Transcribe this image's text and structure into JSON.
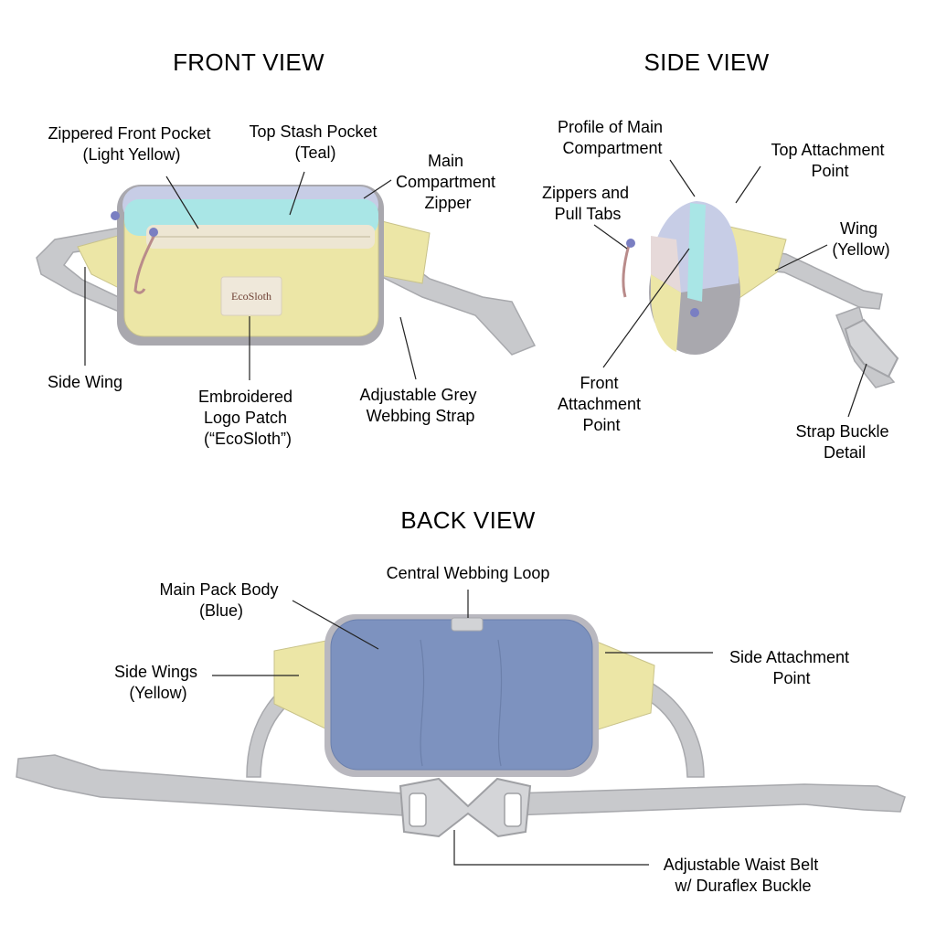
{
  "sections": {
    "front_title": "FRONT VIEW",
    "side_title": "SIDE VIEW",
    "back_title": "BACK VIEW"
  },
  "front": {
    "logo_patch_text": "EcoSloth",
    "labels": {
      "zippered_front_pocket": [
        "Zippered Front Pocket",
        "(Light Yellow)"
      ],
      "top_stash_pocket": [
        "Top Stash Pocket",
        "(Teal)"
      ],
      "main_compartment_zipper": [
        "Main",
        "Compartment",
        "Zipper"
      ],
      "side_wing": [
        "Side Wing"
      ],
      "embroidered_logo_patch": [
        "Embroidered",
        "Logo Patch",
        "(“EcoSloth”)"
      ],
      "adjustable_strap": [
        "Adjustable Grey",
        "Webbing Strap"
      ]
    }
  },
  "side": {
    "labels": {
      "profile_main": [
        "Profile of Main",
        "Compartment"
      ],
      "top_attachment": [
        "Top Attachment",
        "Point"
      ],
      "zippers_pull_tabs": [
        "Zippers and",
        "Pull Tabs"
      ],
      "wing": [
        "Wing",
        "(Yellow)"
      ],
      "front_attachment": [
        "Front",
        "Attachment",
        "Point"
      ],
      "strap_buckle": [
        "Strap Buckle",
        "Detail"
      ]
    }
  },
  "back": {
    "labels": {
      "main_pack_body": [
        "Main Pack Body",
        "(Blue)"
      ],
      "central_loop": [
        "Central Webbing Loop"
      ],
      "side_wings": [
        "Side Wings",
        "(Yellow)"
      ],
      "side_attachment": [
        "Side Attachment",
        "Point"
      ],
      "waist_belt": [
        "Adjustable Waist Belt",
        "w/ Duraflex Buckle"
      ]
    }
  },
  "colors": {
    "body_blue": "#7d92bf",
    "yellow": "#ece6a6",
    "teal": "#a9e6e6",
    "cream": "#ede6d3",
    "strap_grey": "#c8c9cc",
    "grey_fabric": "#a9a8ae",
    "lavender": "#c7cde6"
  }
}
